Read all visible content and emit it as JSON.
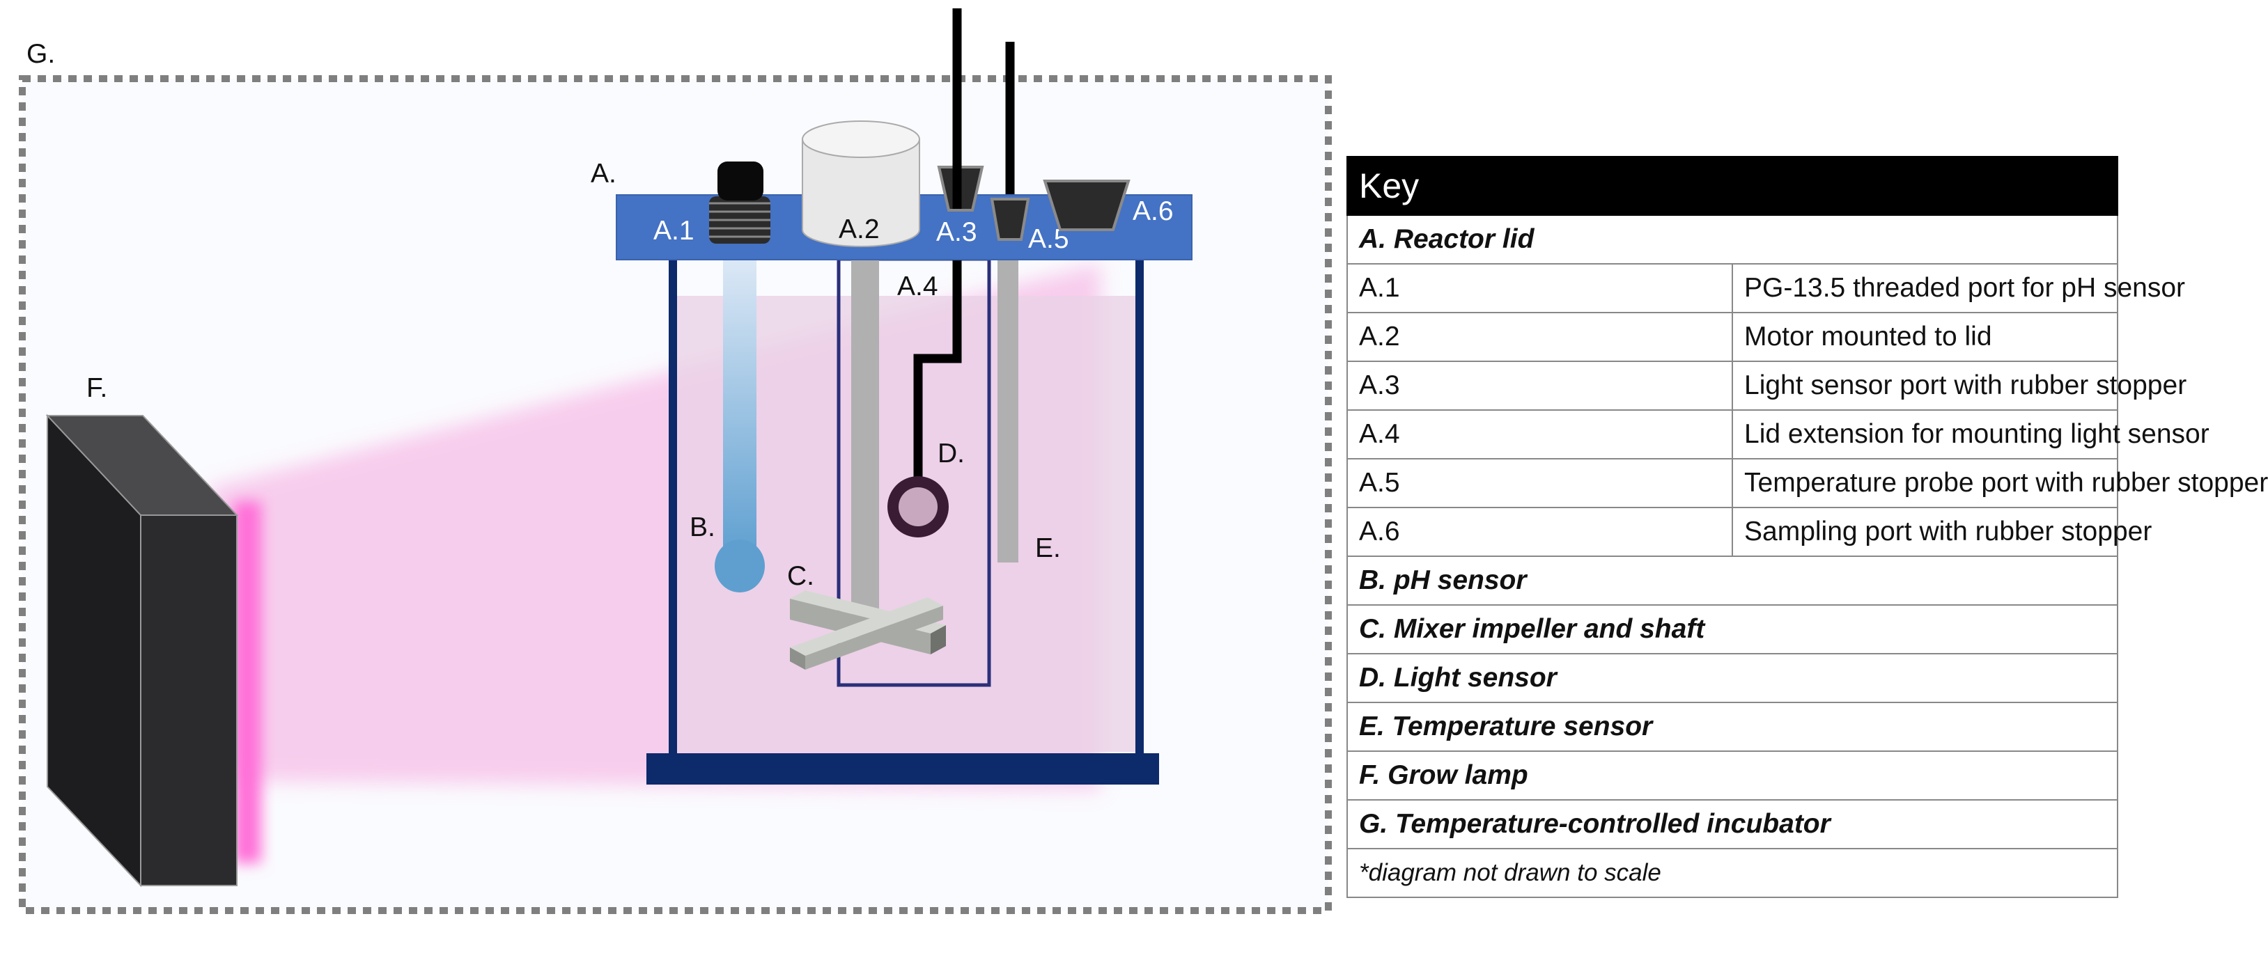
{
  "labels": {
    "incubator": "G.",
    "lid": "A.",
    "port_ph": "A.1",
    "motor": "A.2",
    "light_port": "A.3",
    "extension": "A.4",
    "temp_port": "A.5",
    "sampling_port": "A.6",
    "ph_sensor": "B.",
    "impeller": "C.",
    "light_sensor": "D.",
    "temp_sensor": "E.",
    "grow_lamp": "F."
  },
  "key": {
    "title": "Key",
    "rows": [
      {
        "type": "section",
        "text": "A. Reactor lid"
      },
      {
        "type": "item",
        "code": "A.1",
        "text": "PG-13.5 threaded port for pH sensor"
      },
      {
        "type": "item",
        "code": "A.2",
        "text": "Motor mounted to lid"
      },
      {
        "type": "item",
        "code": "A.3",
        "text": "Light sensor port with rubber stopper"
      },
      {
        "type": "item",
        "code": "A.4",
        "text": "Lid extension for mounting light sensor"
      },
      {
        "type": "item",
        "code": "A.5",
        "text": "Temperature probe port with rubber stopper"
      },
      {
        "type": "item",
        "code": "A.6",
        "text": "Sampling port with rubber stopper"
      },
      {
        "type": "section",
        "text": "B. pH sensor"
      },
      {
        "type": "section",
        "text": "C. Mixer impeller and shaft"
      },
      {
        "type": "section",
        "text": "D. Light sensor"
      },
      {
        "type": "section",
        "text": "E. Temperature sensor"
      },
      {
        "type": "section",
        "text": "F.  Grow lamp"
      },
      {
        "type": "section",
        "text": "G. Temperature-controlled incubator"
      },
      {
        "type": "note",
        "text": "*diagram not drawn to scale"
      }
    ]
  },
  "colors": {
    "lid": "#4472c4",
    "frame": "#0d2a6b",
    "light": "#f6a8e0",
    "lamp": "#2b2b2d",
    "incubator_border": "#7f7f7f",
    "shaft": "#b0b0b0"
  }
}
